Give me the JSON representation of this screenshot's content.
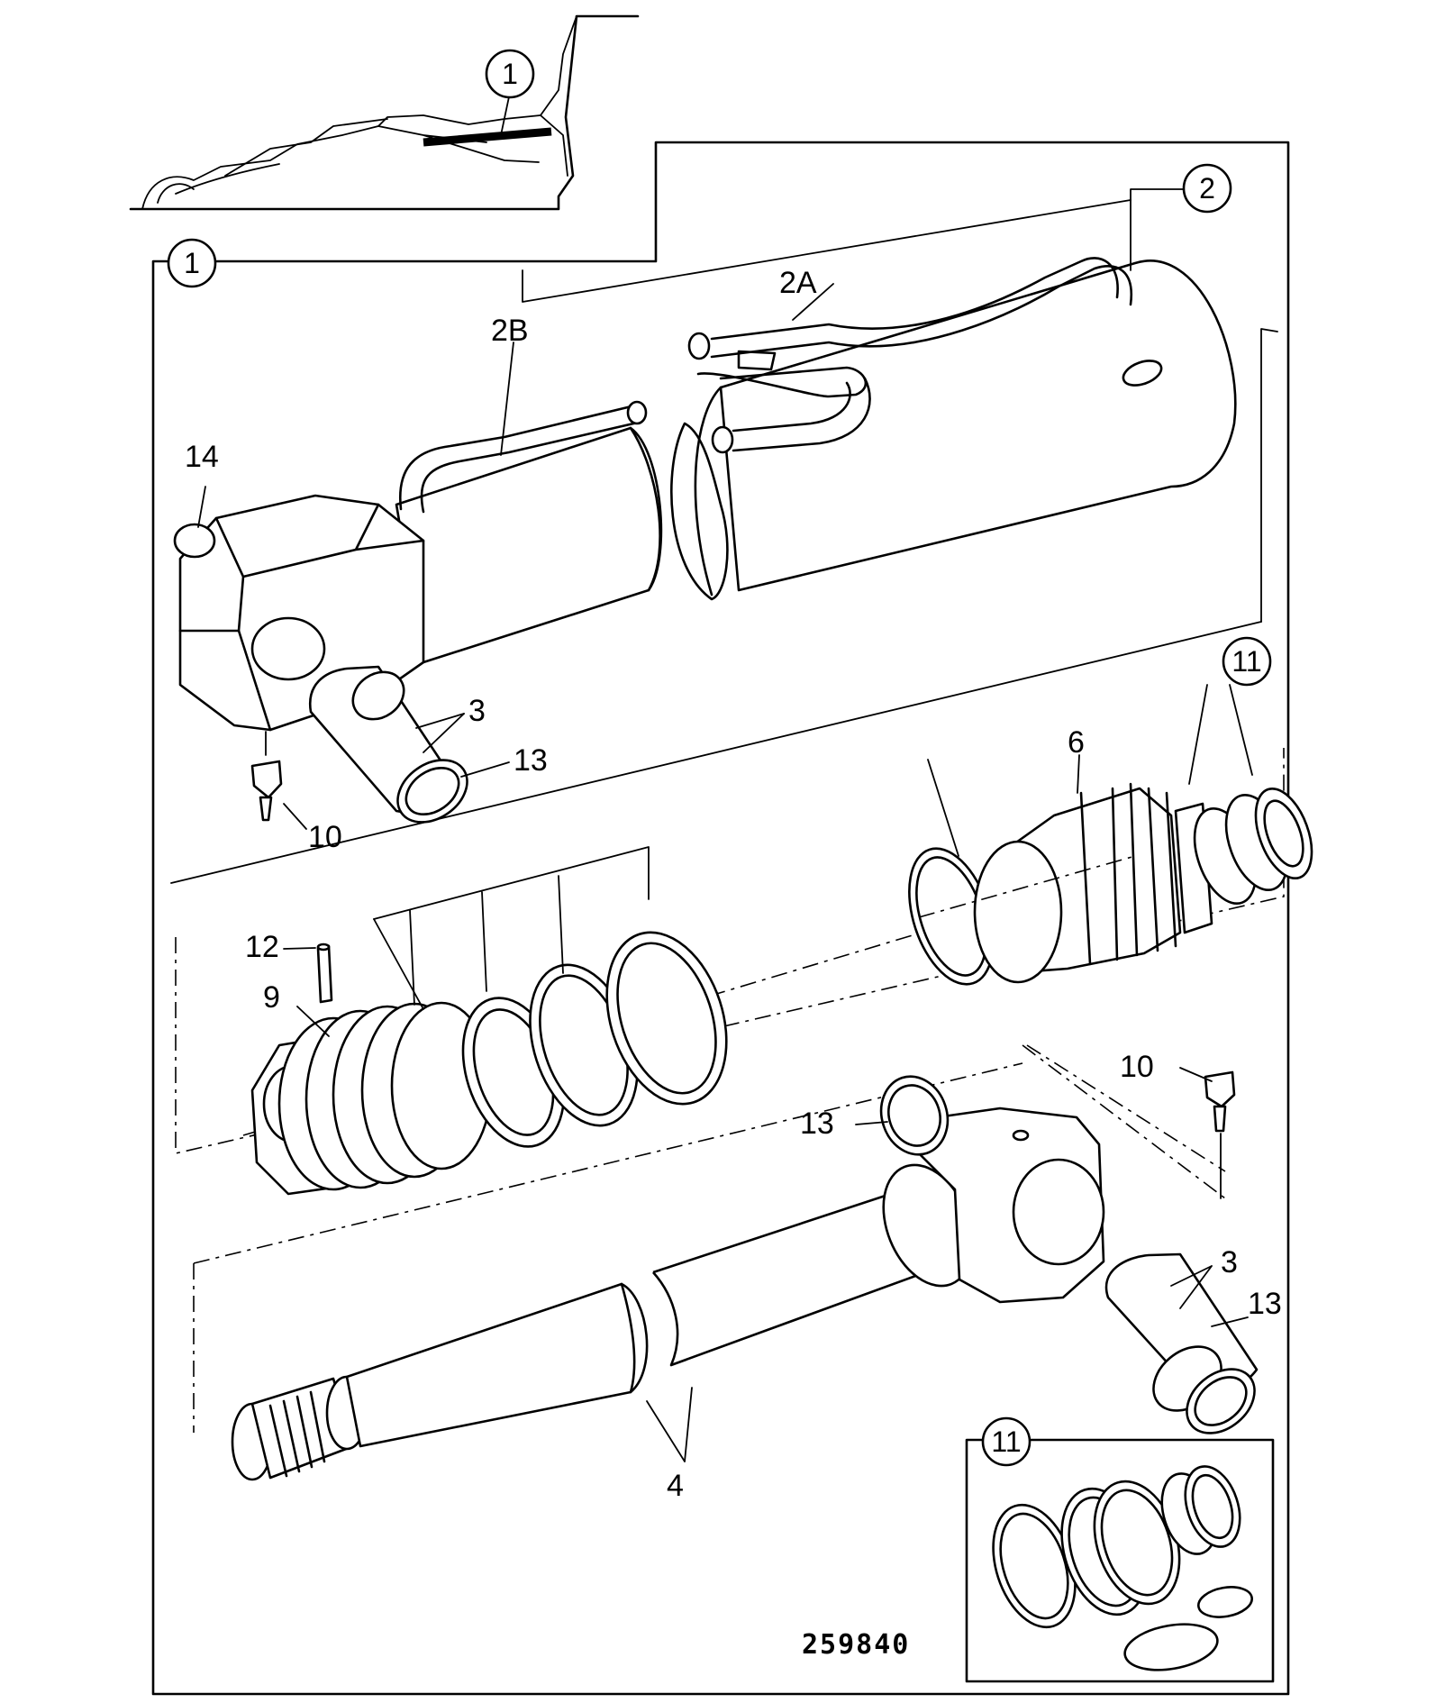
{
  "drawing": {
    "reference_number": "259840",
    "callouts": {
      "c1_top": "1",
      "c1_main": "1",
      "c2": "2",
      "c11_main": "11",
      "c11_inset": "11"
    },
    "labels": {
      "l2a": "2A",
      "l2b": "2B",
      "l14": "14",
      "l3_top": "3",
      "l13_top": "13",
      "l10_top": "10",
      "l6": "6",
      "l12": "12",
      "l9": "9",
      "l10_bottom": "10",
      "l13_bottom": "13",
      "l3_bottom": "3",
      "l13_bottom_right": "13",
      "l4": "4"
    }
  }
}
